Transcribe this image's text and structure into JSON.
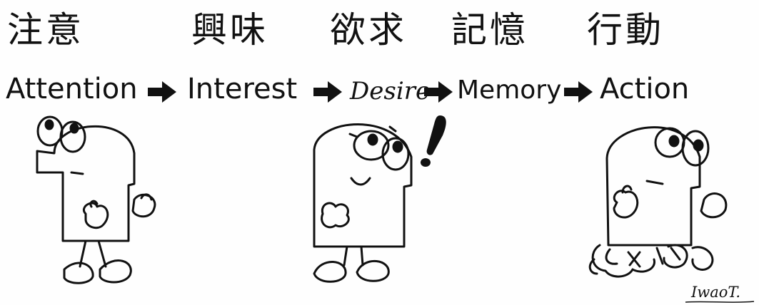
{
  "stages": [
    {
      "jp": "注意",
      "en": "Attention"
    },
    {
      "jp": "興味",
      "en": "Interest"
    },
    {
      "jp": "欲求",
      "en": "Desire"
    },
    {
      "jp": "記憶",
      "en": "Memory"
    },
    {
      "jp": "行動",
      "en": "Action"
    }
  ],
  "exclamation": "!",
  "signature": "IwaoT.",
  "colors": {
    "ink": "#111111",
    "paper": "#fefefe"
  }
}
